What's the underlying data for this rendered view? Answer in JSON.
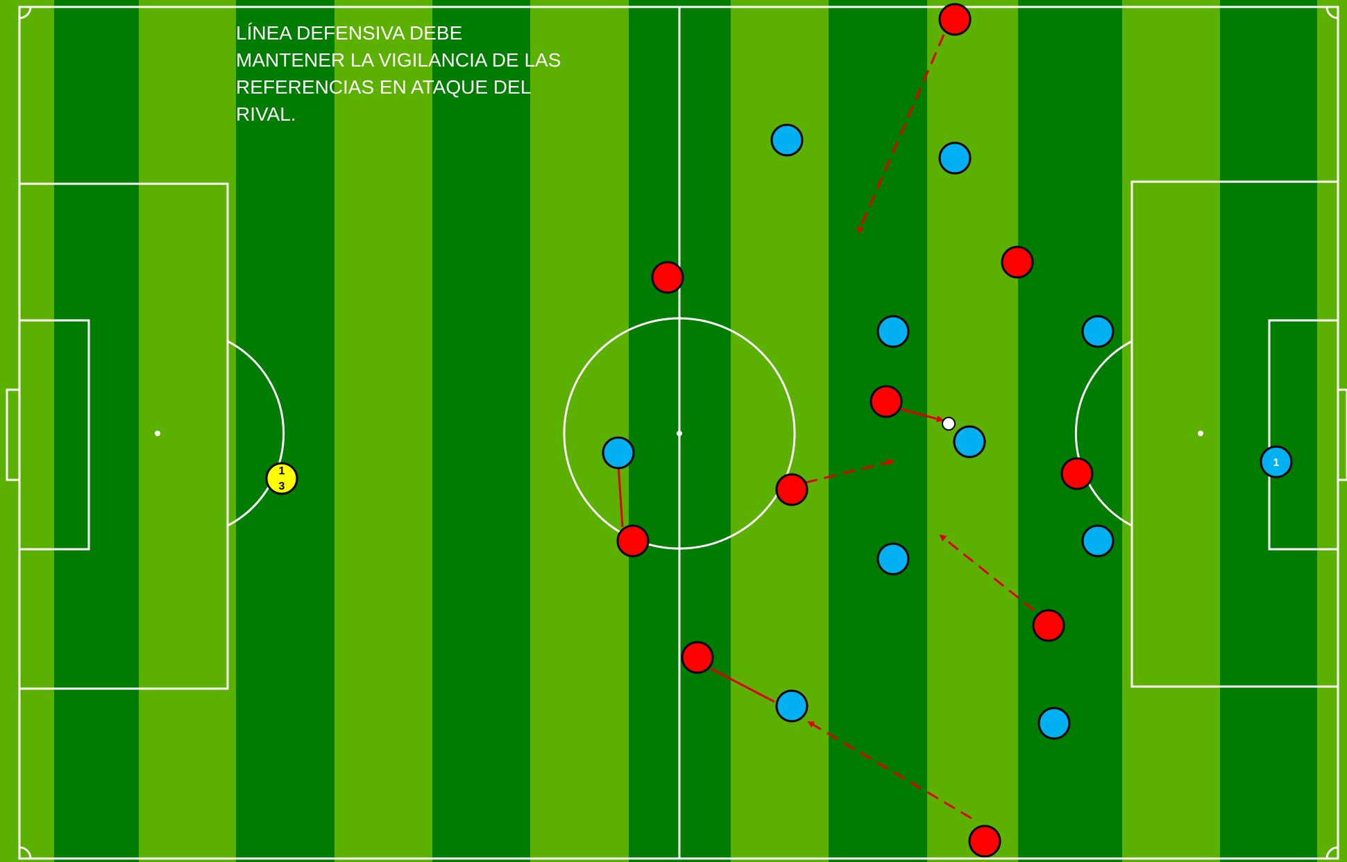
{
  "caption": "LÍNEA DEFENSIVA DEBE\nMANTENER LA VIGILANCIA DE LAS\nREFERENCIAS EN ATAQUE DEL\nRIVAL.",
  "colors": {
    "stripe_light": "#5cb100",
    "stripe_dark": "#007c00",
    "line": "#ffffff",
    "team_red": "#ff0000",
    "team_blue": "#00b0f0",
    "marker_yellow": "#ffff00",
    "arrow": "#e00000"
  },
  "players": {
    "red": [
      {
        "id": "red-1"
      },
      {
        "id": "red-2"
      },
      {
        "id": "red-3"
      },
      {
        "id": "red-4"
      },
      {
        "id": "red-5"
      },
      {
        "id": "red-6"
      },
      {
        "id": "red-7"
      },
      {
        "id": "red-8"
      },
      {
        "id": "red-9"
      },
      {
        "id": "red-10"
      },
      {
        "id": "red-11"
      }
    ],
    "blue": [
      {
        "id": "blue-1"
      },
      {
        "id": "blue-2"
      },
      {
        "id": "blue-3"
      },
      {
        "id": "blue-4"
      },
      {
        "id": "blue-5"
      },
      {
        "id": "blue-6"
      },
      {
        "id": "blue-7"
      },
      {
        "id": "blue-8"
      },
      {
        "id": "blue-9"
      },
      {
        "id": "blue-10"
      },
      {
        "id": "blue-goalkeeper",
        "label": "1"
      }
    ],
    "marker": {
      "line1": "1",
      "line2": "3"
    }
  }
}
